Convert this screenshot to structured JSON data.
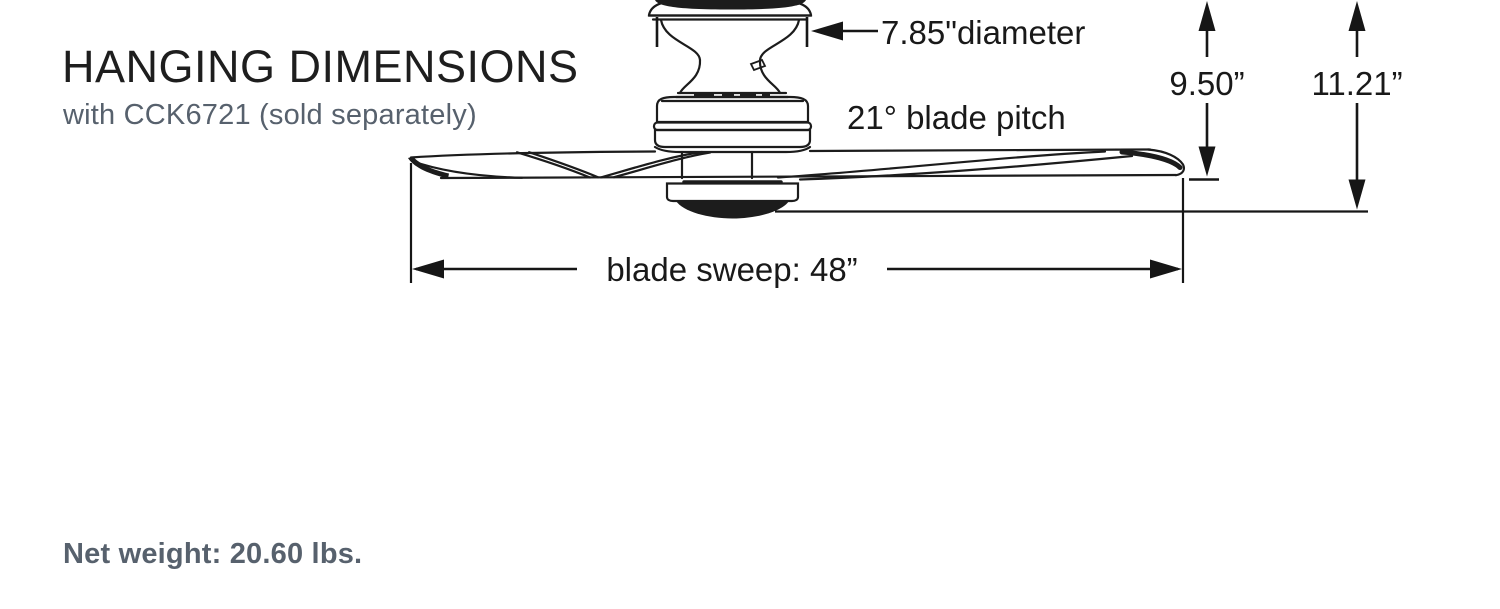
{
  "header": {
    "title": "HANGING DIMENSIONS",
    "subtitle": "with CCK6721 (sold separately)"
  },
  "diagram": {
    "diameter_label": "7.85\"diameter",
    "blade_pitch_label": "21° blade pitch",
    "drop_height_label": "9.50”",
    "overall_height_label": "11.21”",
    "blade_sweep_label": "blade sweep: 48”"
  },
  "footer": {
    "net_weight_label": "Net weight: 20.60 lbs."
  },
  "colors": {
    "ink": "#1c1c1c",
    "muted_text": "#57616d",
    "background": "#ffffff"
  }
}
